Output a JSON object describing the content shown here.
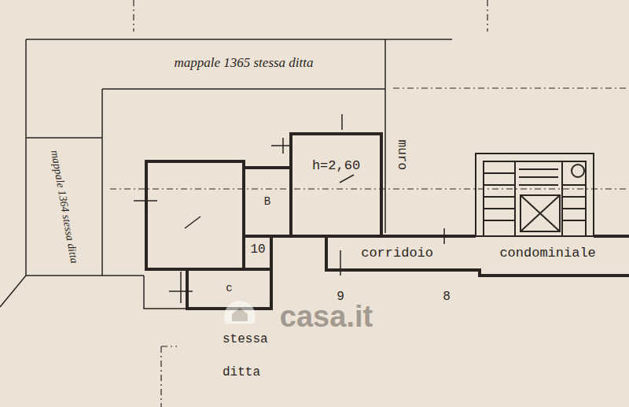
{
  "diagram": {
    "nodes": [
      {
        "text": [
          "mappale 1365 stessa ditta"
        ]
      },
      {
        "text": [
          "mappale 1364 stessa ditta"
        ]
      },
      {
        "text": [
          "B"
        ]
      },
      {
        "text": [
          "h=2,60"
        ]
      },
      {
        "text": [
          "c"
        ]
      },
      {
        "text": [
          "corridoio",
          "condominiale"
        ]
      }
    ],
    "labels": [
      "muro",
      "10",
      "9",
      "8",
      "stessa ditta",
      "casa.it"
    ]
  }
}
